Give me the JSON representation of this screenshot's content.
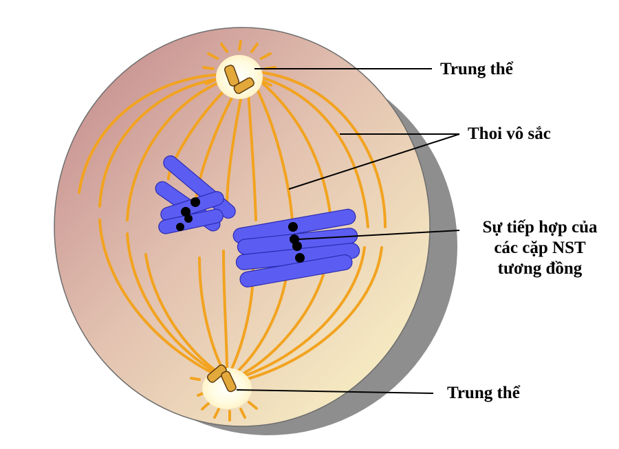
{
  "labels": {
    "centrosome_top": "Trung thể",
    "spindle": "Thoi vô sắc",
    "synapsis_line1": "Sự tiếp hợp của",
    "synapsis_line2": "các cặp NST",
    "synapsis_line3": "tương đồng",
    "centrosome_bottom": "Trung thể"
  },
  "colors": {
    "cell_fill_light": "#fbf7cf",
    "cell_fill_dark": "#c79496",
    "cell_shadow": "#8f8f8f",
    "spindle_fiber": "#f2a01e",
    "chromosome": "#5a5cf0",
    "centromere": "#000000",
    "centrosome_glow": "#fffbe8",
    "centriole": "#e2a83a"
  }
}
